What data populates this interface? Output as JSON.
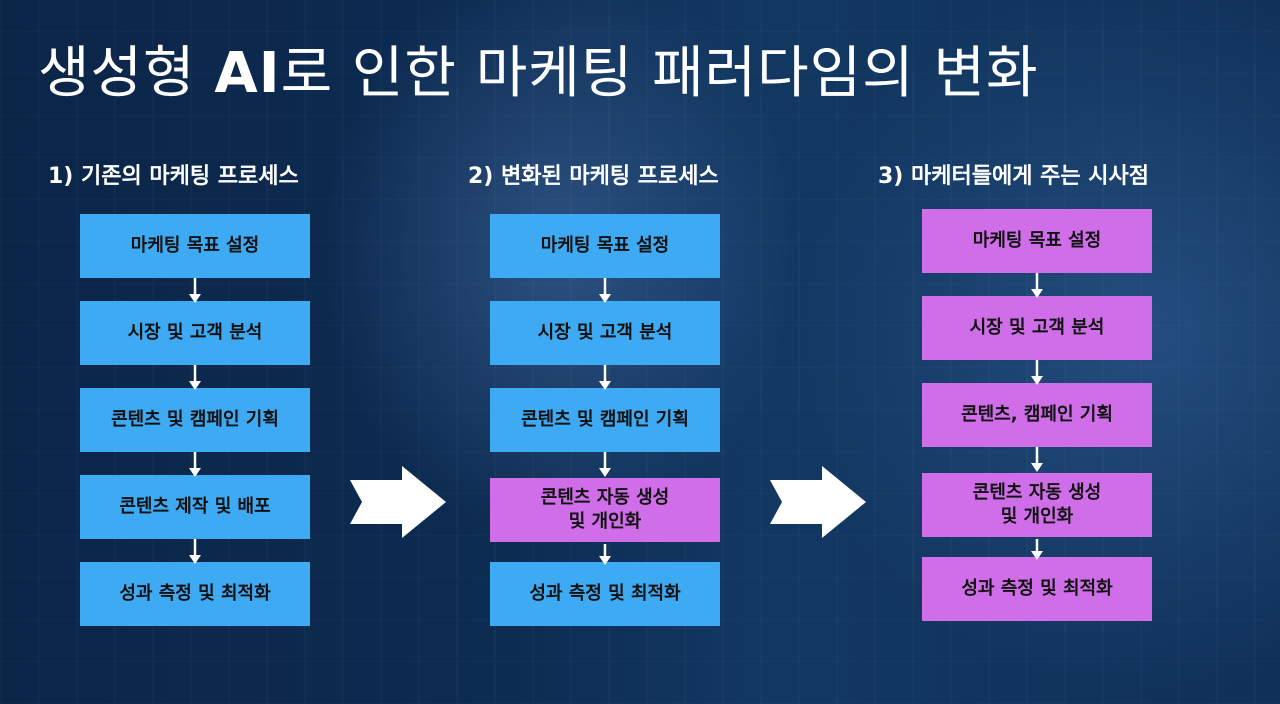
{
  "title": {
    "prefix": "생성형 ",
    "bold": "AI",
    "suffix": "로 인한 마케팅 패러다임의 변화"
  },
  "columns": [
    {
      "heading": "1) 기존의 마케팅 프로세스",
      "steps": [
        {
          "label": "마케팅 목표 설정",
          "color": "#3eaaf3"
        },
        {
          "label": "시장 및 고객 분석",
          "color": "#3eaaf3"
        },
        {
          "label": "콘텐츠 및 캠페인 기획",
          "color": "#3eaaf3"
        },
        {
          "label": "콘텐츠 제작 및 배포",
          "color": "#3eaaf3"
        },
        {
          "label": "성과 측정 및 최적화",
          "color": "#3eaaf3"
        }
      ]
    },
    {
      "heading": "2) 변화된 마케팅 프로세스",
      "steps": [
        {
          "label": "마케팅 목표 설정",
          "color": "#3eaaf3"
        },
        {
          "label": "시장 및 고객 분석",
          "color": "#3eaaf3"
        },
        {
          "label": "콘텐츠 및 캠페인 기획",
          "color": "#3eaaf3"
        },
        {
          "label": "콘텐츠 자동 생성\n및 개인화",
          "color": "#cf6ee8"
        },
        {
          "label": "성과 측정 및 최적화",
          "color": "#3eaaf3"
        }
      ]
    },
    {
      "heading": "3) 마케터들에게 주는 시사점",
      "steps": [
        {
          "label": "마케팅 목표 설정",
          "color": "#cf6ee8"
        },
        {
          "label": "시장 및 고객 분석",
          "color": "#cf6ee8"
        },
        {
          "label": "콘텐츠, 캠페인 기획",
          "color": "#cf6ee8"
        },
        {
          "label": "콘텐츠 자동 생성\n및 개인화",
          "color": "#cf6ee8"
        },
        {
          "label": "성과 측정 및 최적화",
          "color": "#cf6ee8"
        }
      ]
    }
  ],
  "colors": {
    "background": "#0d2c52",
    "blue_box": "#3eaaf3",
    "purple_box": "#cf6ee8",
    "text": "#ffffff"
  }
}
